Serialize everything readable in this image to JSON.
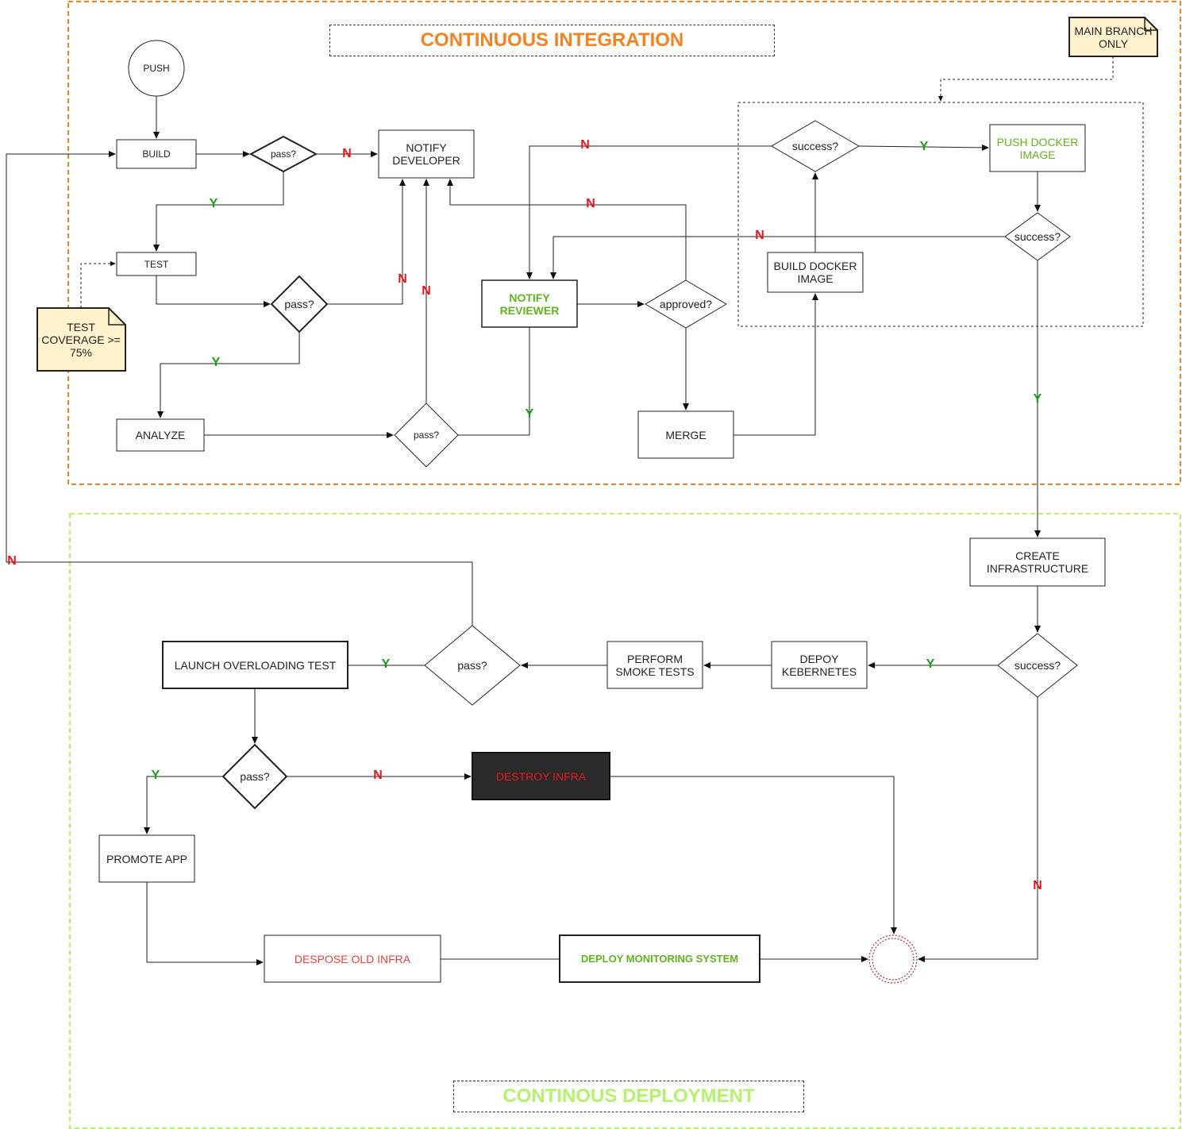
{
  "sections": {
    "ci_title": "CONTINUOUS INTEGRATION",
    "cd_title": "CONTINOUS DEPLOYMENT"
  },
  "notes": {
    "main_branch": "MAIN BRANCH ONLY",
    "coverage": "TEST COVERAGE >= 75%"
  },
  "nodes": {
    "push": "PUSH",
    "build": "BUILD",
    "pass1": "pass?",
    "notify_dev": "NOTIFY DEVELOPER",
    "test": "TEST",
    "pass2": "pass?",
    "analyze": "ANALYZE",
    "pass3": "pass?",
    "notify_rev": "NOTIFY REVIEWER",
    "approved": "approved?",
    "merge": "MERGE",
    "build_docker": "BUILD DOCKER IMAGE",
    "success1": "success?",
    "push_docker": "PUSH DOCKER IMAGE",
    "success2": "success?",
    "create_infra": "CREATE INFRASTRUCTURE",
    "success3": "success?",
    "deploy_k8s": "DEPOY KEBERNETES",
    "smoke": "PERFORM SMOKE TESTS",
    "pass4": "pass?",
    "overload": "LAUNCH OVERLOADING TEST",
    "pass5": "pass?",
    "destroy": "DESTROY INFRA",
    "promote": "PROMOTE APP",
    "dispose": "DESPOSE OLD INFRA",
    "monitoring": "DEPLOY MONITORING SYSTEM"
  },
  "edge_labels": {
    "yes": "Y",
    "no": "N"
  },
  "colors": {
    "ci_border": "#f5821f",
    "cd_border": "#b3f26b",
    "green_text": "#5fb41e",
    "red_text": "#e8141b",
    "note_fill": "#fff2cc"
  }
}
